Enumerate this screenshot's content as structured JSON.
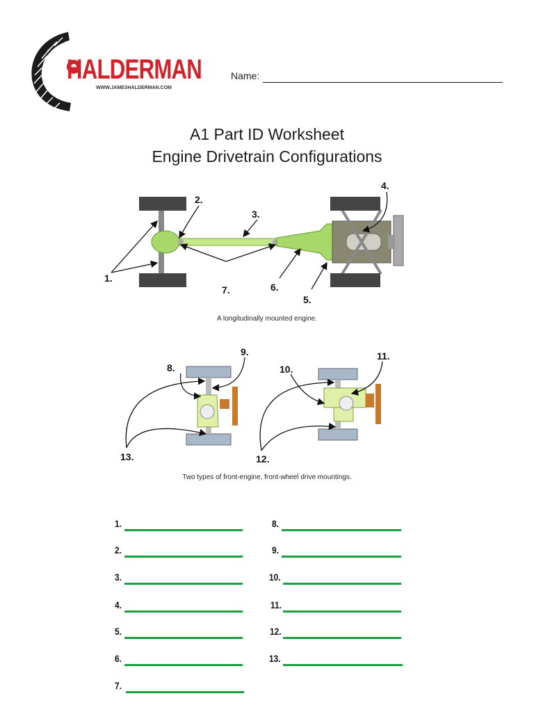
{
  "header": {
    "brand": "HALDERMAN",
    "brand_url": "WWW.JAMESHALDERMAN.COM",
    "name_label": "Name:"
  },
  "title": {
    "line1": "A1 Part ID Worksheet",
    "line2": "Engine Drivetrain Configurations"
  },
  "figure1": {
    "caption": "A longitudinally mounted engine.",
    "labels": [
      "1.",
      "2.",
      "3.",
      "4.",
      "5.",
      "6.",
      "7."
    ]
  },
  "figure2": {
    "caption": "Two types of front-engine, front-wheel drive mountings.",
    "labels": [
      "8.",
      "9.",
      "10.",
      "11.",
      "12.",
      "13."
    ]
  },
  "answers": {
    "left": [
      "1.",
      "2.",
      "3.",
      "4.",
      "5.",
      "6.",
      "7."
    ],
    "right": [
      "8.",
      "9.",
      "10.",
      "11.",
      "12.",
      "13."
    ]
  },
  "colors": {
    "brand_red": "#d2232a",
    "answer_line_green": "#1a9e3f",
    "part_green": "#a8d86a"
  }
}
